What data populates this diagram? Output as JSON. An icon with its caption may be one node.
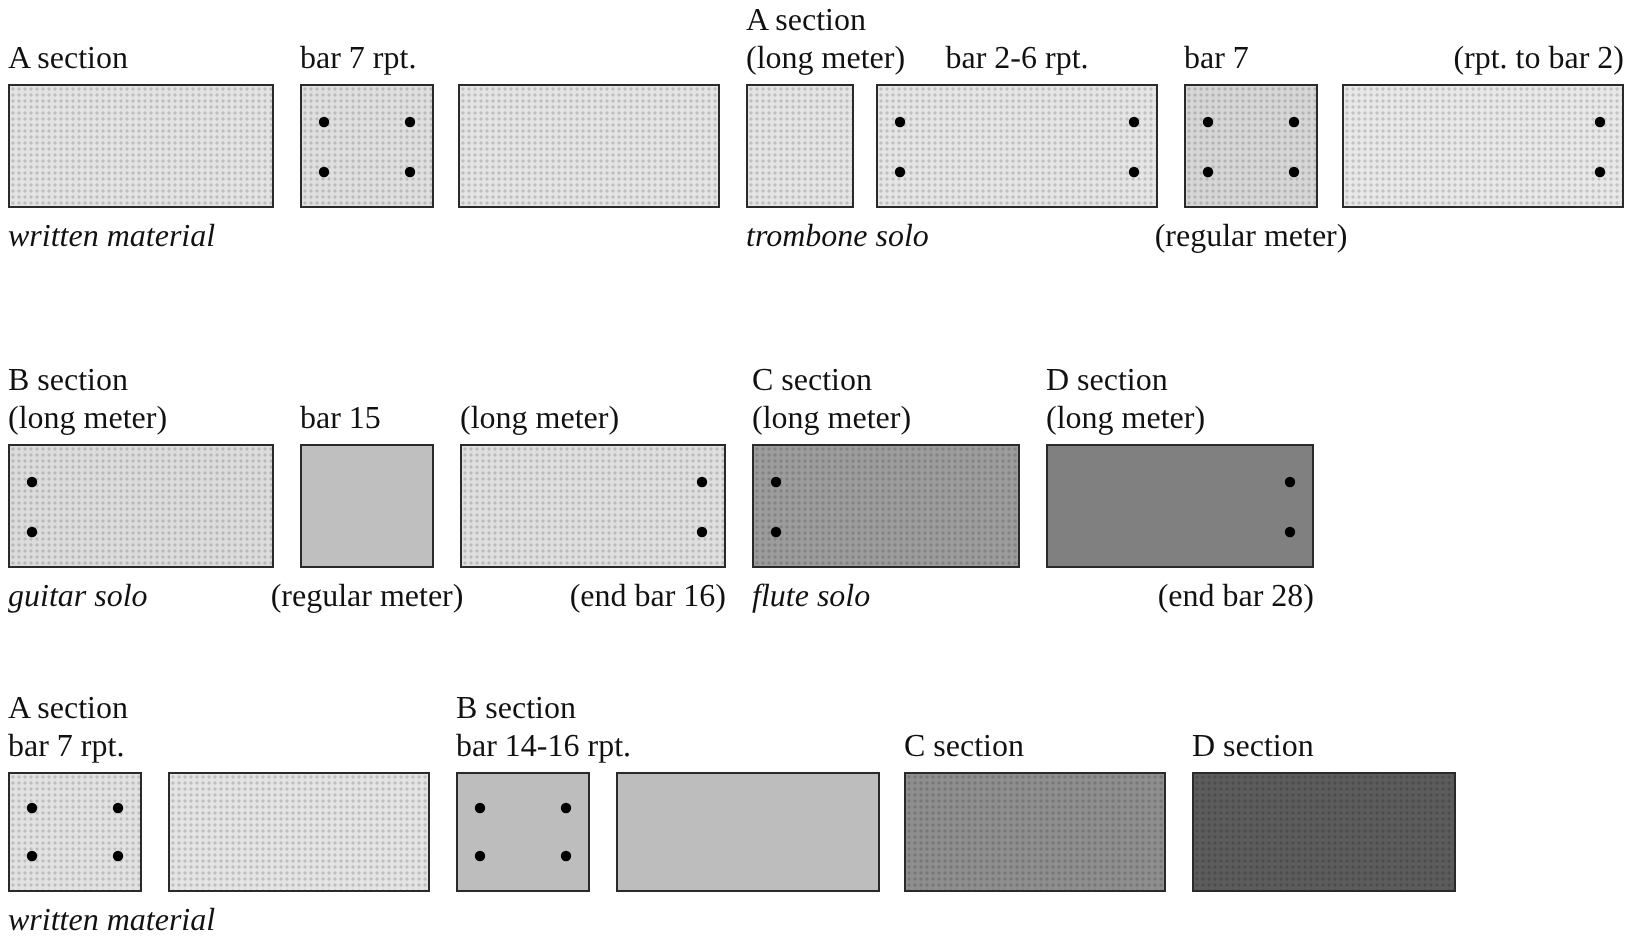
{
  "diagram": {
    "nodes": [
      {
        "text": [
          "A section"
        ],
        "beside": [
          "written material"
        ]
      },
      {
        "text": [
          "bar 7 rpt."
        ]
      },
      {
        "text": [],
        "shape": "box"
      },
      {
        "text": [
          "A section",
          "(long meter)"
        ],
        "beside": [
          "trombone solo"
        ]
      },
      {
        "text": [
          "bar 2-6 rpt."
        ]
      },
      {
        "text": [
          "bar 7"
        ],
        "beside": [
          "(regular meter)"
        ]
      },
      {
        "text": [
          "(rpt. to bar 2)"
        ]
      },
      {
        "text": [
          "B section",
          "(long meter)"
        ],
        "beside": [
          "guitar solo"
        ]
      },
      {
        "text": [
          "bar 15"
        ],
        "beside": [
          "(regular meter)"
        ]
      },
      {
        "text": [
          "(long meter)"
        ],
        "beside": [
          "(end bar 16)"
        ]
      },
      {
        "text": [
          "C section",
          "(long meter)"
        ],
        "beside": [
          "flute solo"
        ]
      },
      {
        "text": [
          "D section",
          "(long meter)"
        ],
        "beside": [
          "(end bar 28)"
        ]
      },
      {
        "text": [
          "A section",
          "bar 7 rpt."
        ],
        "beside": [
          "written material"
        ]
      },
      {
        "text": [],
        "shape": "box"
      },
      {
        "text": [
          "B section",
          "bar 14-16 rpt."
        ]
      },
      {
        "text": [],
        "shape": "box"
      },
      {
        "text": [
          "C section"
        ]
      },
      {
        "text": [
          "D section"
        ]
      }
    ]
  }
}
